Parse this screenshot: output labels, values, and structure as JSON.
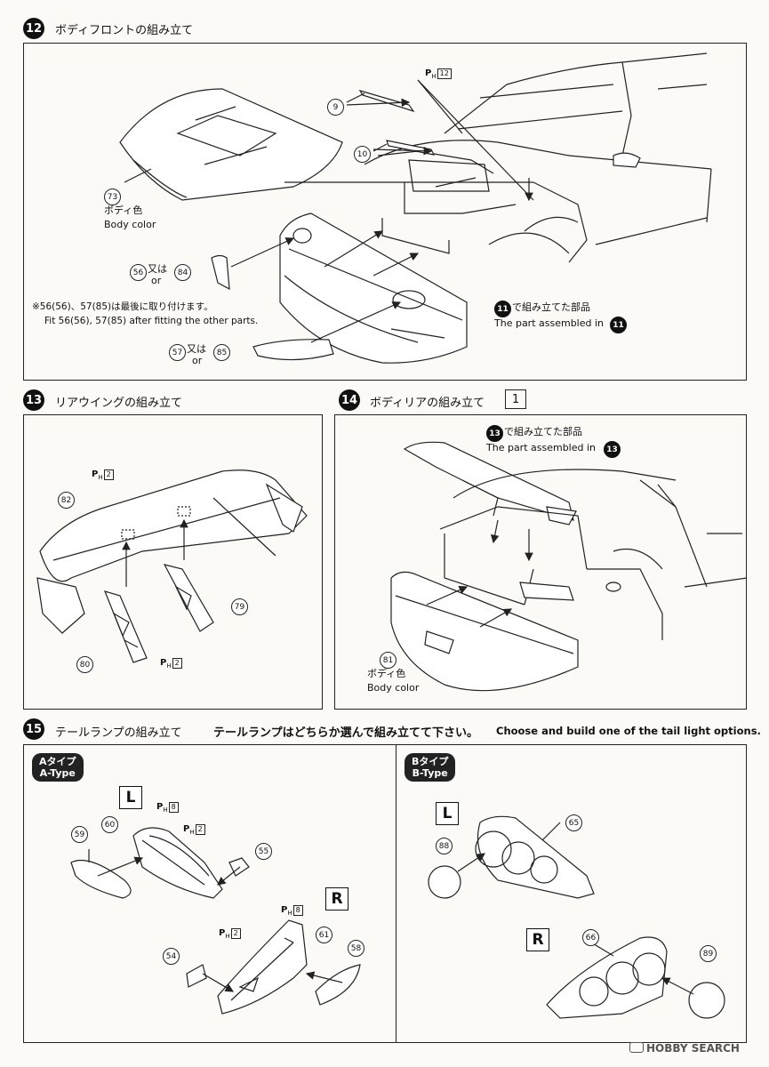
{
  "step12": {
    "number": "12",
    "title": "ボディフロントの組み立て",
    "parts": {
      "p9": "9",
      "p10": "10",
      "p73": "73",
      "p56": "56",
      "p84": "84",
      "p57": "57",
      "p85": "85",
      "p11": "11"
    },
    "ph": "P",
    "ph_sub": "H",
    "ph_count": "12",
    "body_color_jp": "ボディ色",
    "body_color_en": "Body color",
    "or_jp": "又は",
    "or_en": "or",
    "note_jp": "※56(56)、57(85)は最後に取り付けます。",
    "note_en": "Fit 56(56), 57(85) after fitting the other parts.",
    "assembled_jp": "で組み立てた部品",
    "assembled_en": "The part assembled in"
  },
  "step13": {
    "number": "13",
    "title": "リアウイングの組み立て",
    "parts": {
      "p82": "82",
      "p79": "79",
      "p80": "80"
    },
    "ph": "P",
    "ph_sub": "H",
    "ph_count_top": "2",
    "ph_count_bottom": "2"
  },
  "step14": {
    "number": "14",
    "title": "ボディリアの組み立て",
    "boxed": "1",
    "parts": {
      "p13": "13",
      "p81": "81"
    },
    "assembled_jp": "で組み立てた部品",
    "assembled_en": "The part assembled in",
    "body_color_jp": "ボディ色",
    "body_color_en": "Body color"
  },
  "step15": {
    "number": "15",
    "title": "テールランプの組み立て",
    "subtitle_jp": "テールランプはどちらか選んで組み立てて下さい。",
    "subtitle_en": "Choose and build one of the tail light options.",
    "typeA_jp": "Aタイプ",
    "typeA_en": "A-Type",
    "typeB_jp": "Bタイプ",
    "typeB_en": "B-Type",
    "L": "L",
    "R": "R",
    "partsA": {
      "p59": "59",
      "p60": "60",
      "p55": "55",
      "p54": "54",
      "p61": "61",
      "p58": "58"
    },
    "partsB": {
      "p65": "65",
      "p88": "88",
      "p66": "66",
      "p89": "89"
    },
    "ph": "P",
    "ph_sub": "H",
    "ph8": "8",
    "ph2": "2"
  },
  "watermark": "HOBBY SEARCH"
}
